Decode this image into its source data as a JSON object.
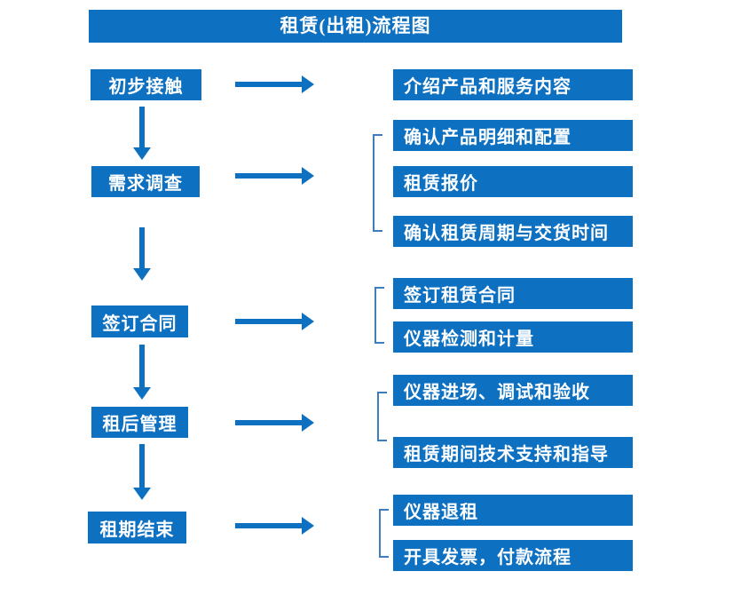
{
  "title": "租赁(出租)流程图",
  "colors": {
    "primary": "#0d70c1",
    "bracket": "#3d7ebf",
    "text": "#ffffff",
    "background": "#ffffff"
  },
  "left_steps": [
    {
      "label": "初步接触"
    },
    {
      "label": "需求调查"
    },
    {
      "label": "签订合同"
    },
    {
      "label": "租后管理"
    },
    {
      "label": "租期结束"
    }
  ],
  "right_items": [
    {
      "label": "介绍产品和服务内容"
    },
    {
      "label": "确认产品明细和配置"
    },
    {
      "label": "租赁报价"
    },
    {
      "label": "确认租赁周期与交货时间"
    },
    {
      "label": "签订租赁合同"
    },
    {
      "label": "仪器检测和计量"
    },
    {
      "label": "仪器进场、调试和验收"
    },
    {
      "label": "租赁期间技术支持和指导"
    },
    {
      "label": "仪器退租"
    },
    {
      "label": "开具发票，付款流程"
    }
  ]
}
